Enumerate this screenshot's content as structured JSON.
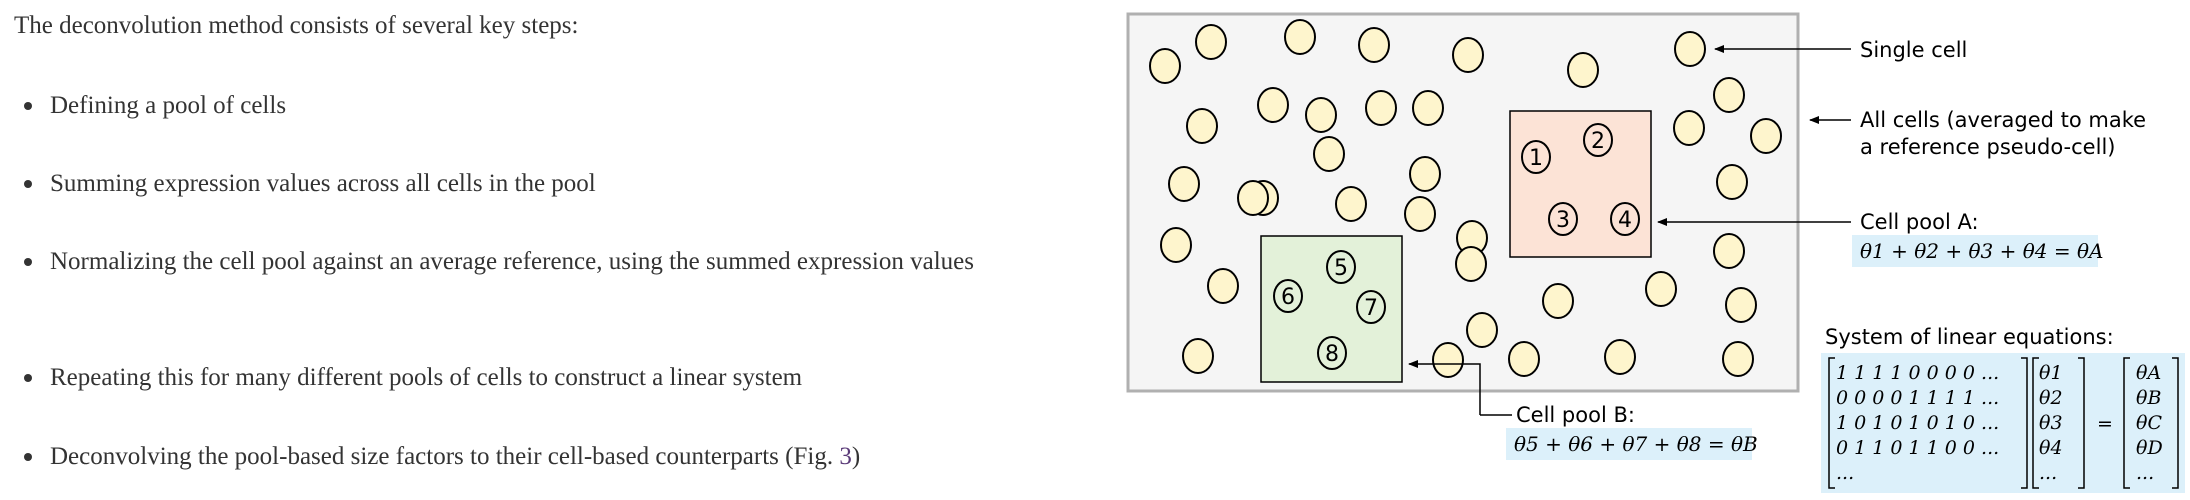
{
  "text": {
    "intro": "The deconvolution method consists of several key steps:",
    "steps": [
      "Defining a pool of cells",
      "Summing expression values across all cells in the pool",
      "Normalizing the cell pool against an average reference, using the summed expression values",
      "Repeating this for many different pools of cells to construct a linear system",
      "Deconvolving the pool-based size factors to their cell-based counterparts (Fig. "
    ],
    "fig_ref": "3",
    "fig_ref_close": ")"
  },
  "figure": {
    "labels": {
      "single_cell": "Single cell",
      "all_cells_line1": "All cells (averaged to make",
      "all_cells_line2": "a reference pseudo-cell)",
      "pool_a": "Cell pool A:",
      "pool_a_eq": "θ1 + θ2 + θ3 + θ4 = θA",
      "pool_b": "Cell pool B:",
      "pool_b_eq": "θ5 + θ6 + θ7 + θ8 = θB",
      "system": "System of linear equations:"
    },
    "pool_a_cells": [
      "1",
      "2",
      "3",
      "4"
    ],
    "pool_b_cells": [
      "5",
      "6",
      "7",
      "8"
    ],
    "matrix_rows": [
      "1 1 1 1 0 0 0 0 ...",
      "0 0 0 0 1 1 1 1 ...",
      "1 0 1 0 1 0 1 0 ...",
      "0 1 1 0 1 1 0 0 ...",
      "..."
    ],
    "theta_vector": [
      "θ1",
      "θ2",
      "θ3",
      "θ4",
      "..."
    ],
    "equals": "=",
    "result_vector": [
      "θA",
      "θB",
      "θC",
      "θD",
      "..."
    ],
    "colors": {
      "panel_bg": "#f5f5f5",
      "panel_border": "#b0b0b0",
      "cell_fill": "#fef5cd",
      "pool_a_fill": "#fce3d6",
      "pool_b_fill": "#e3f1d9",
      "equation_bg": "#dcf0fa"
    }
  }
}
